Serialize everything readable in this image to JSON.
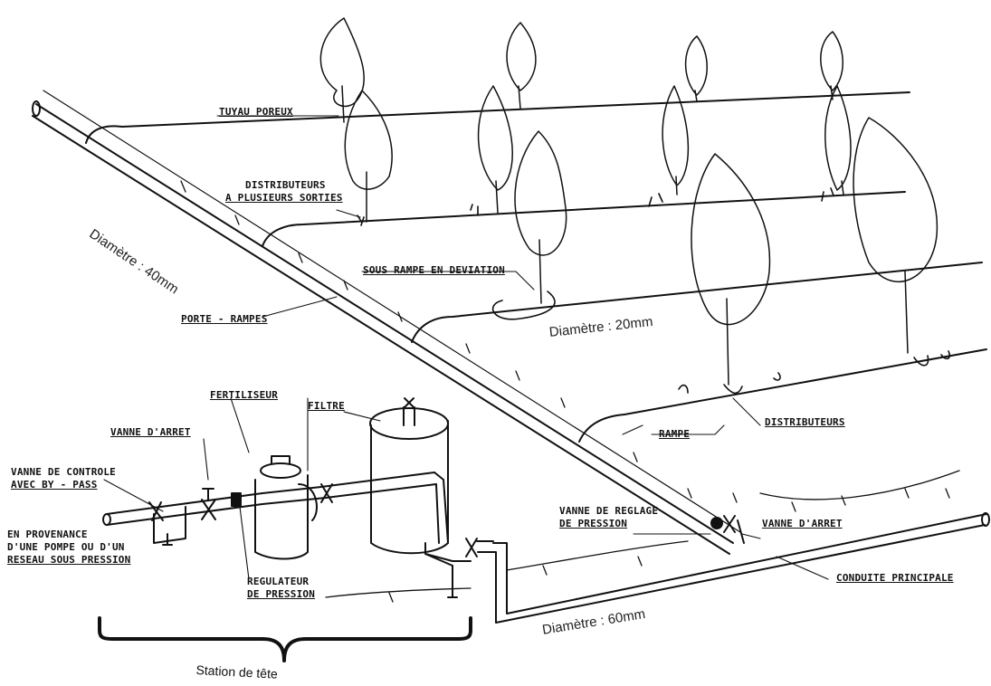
{
  "labels": {
    "tuyau_poreux": "TUYAU POREUX",
    "distributeurs_multi_1": "DISTRIBUTEURS",
    "distributeurs_multi_2": "A PLUSIEURS SORTIES",
    "sous_rampe": "SOUS RAMPE EN DEVIATION",
    "porte_rampes": "PORTE - RAMPES",
    "rampe": "RAMPE",
    "distributeurs": "DISTRIBUTEURS",
    "fertiliseur": "FERTILISEUR",
    "filtre": "FILTRE",
    "vanne_arret_1": "VANNE D'ARRET",
    "vanne_controle_1": "VANNE DE CONTROLE",
    "vanne_controle_2": "AVEC BY - PASS",
    "provenance_1": "EN PROVENANCE",
    "provenance_2": "D'UNE POMPE OU D'UN",
    "provenance_3": "RESEAU SOUS PRESSION",
    "regulateur_1": "REGULATEUR",
    "regulateur_2": "DE PRESSION",
    "vanne_reglage_1": "VANNE DE REGLAGE",
    "vanne_reglage_2": "DE PRESSION",
    "vanne_arret_2": "VANNE D'ARRET",
    "conduite": "CONDUITE PRINCIPALE"
  },
  "dimensions": {
    "d40": "Diamètre : 40mm",
    "d20": "Diamètre : 20mm",
    "d60": "Diamètre : 60mm"
  },
  "station": "Station de tête"
}
